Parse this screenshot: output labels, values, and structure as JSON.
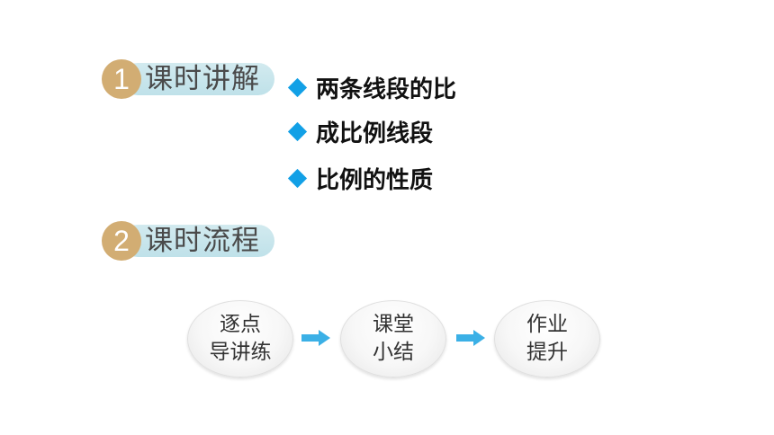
{
  "section1": {
    "number": "1",
    "title": "课时讲解",
    "bullets": [
      "两条线段的比",
      "成比例线段",
      "比例的性质"
    ]
  },
  "section2": {
    "number": "2",
    "title": "课时流程"
  },
  "flow": {
    "nodes": [
      {
        "line1": "逐点",
        "line2": "导讲练"
      },
      {
        "line1": "课堂",
        "line2": "小结"
      },
      {
        "line1": "作业",
        "line2": "提升"
      }
    ]
  },
  "colors": {
    "number_circle": "#d2ad73",
    "pill": "#c7e5ec",
    "bullet_diamond": "#12a0e6",
    "arrow": "#3bb0e6"
  }
}
